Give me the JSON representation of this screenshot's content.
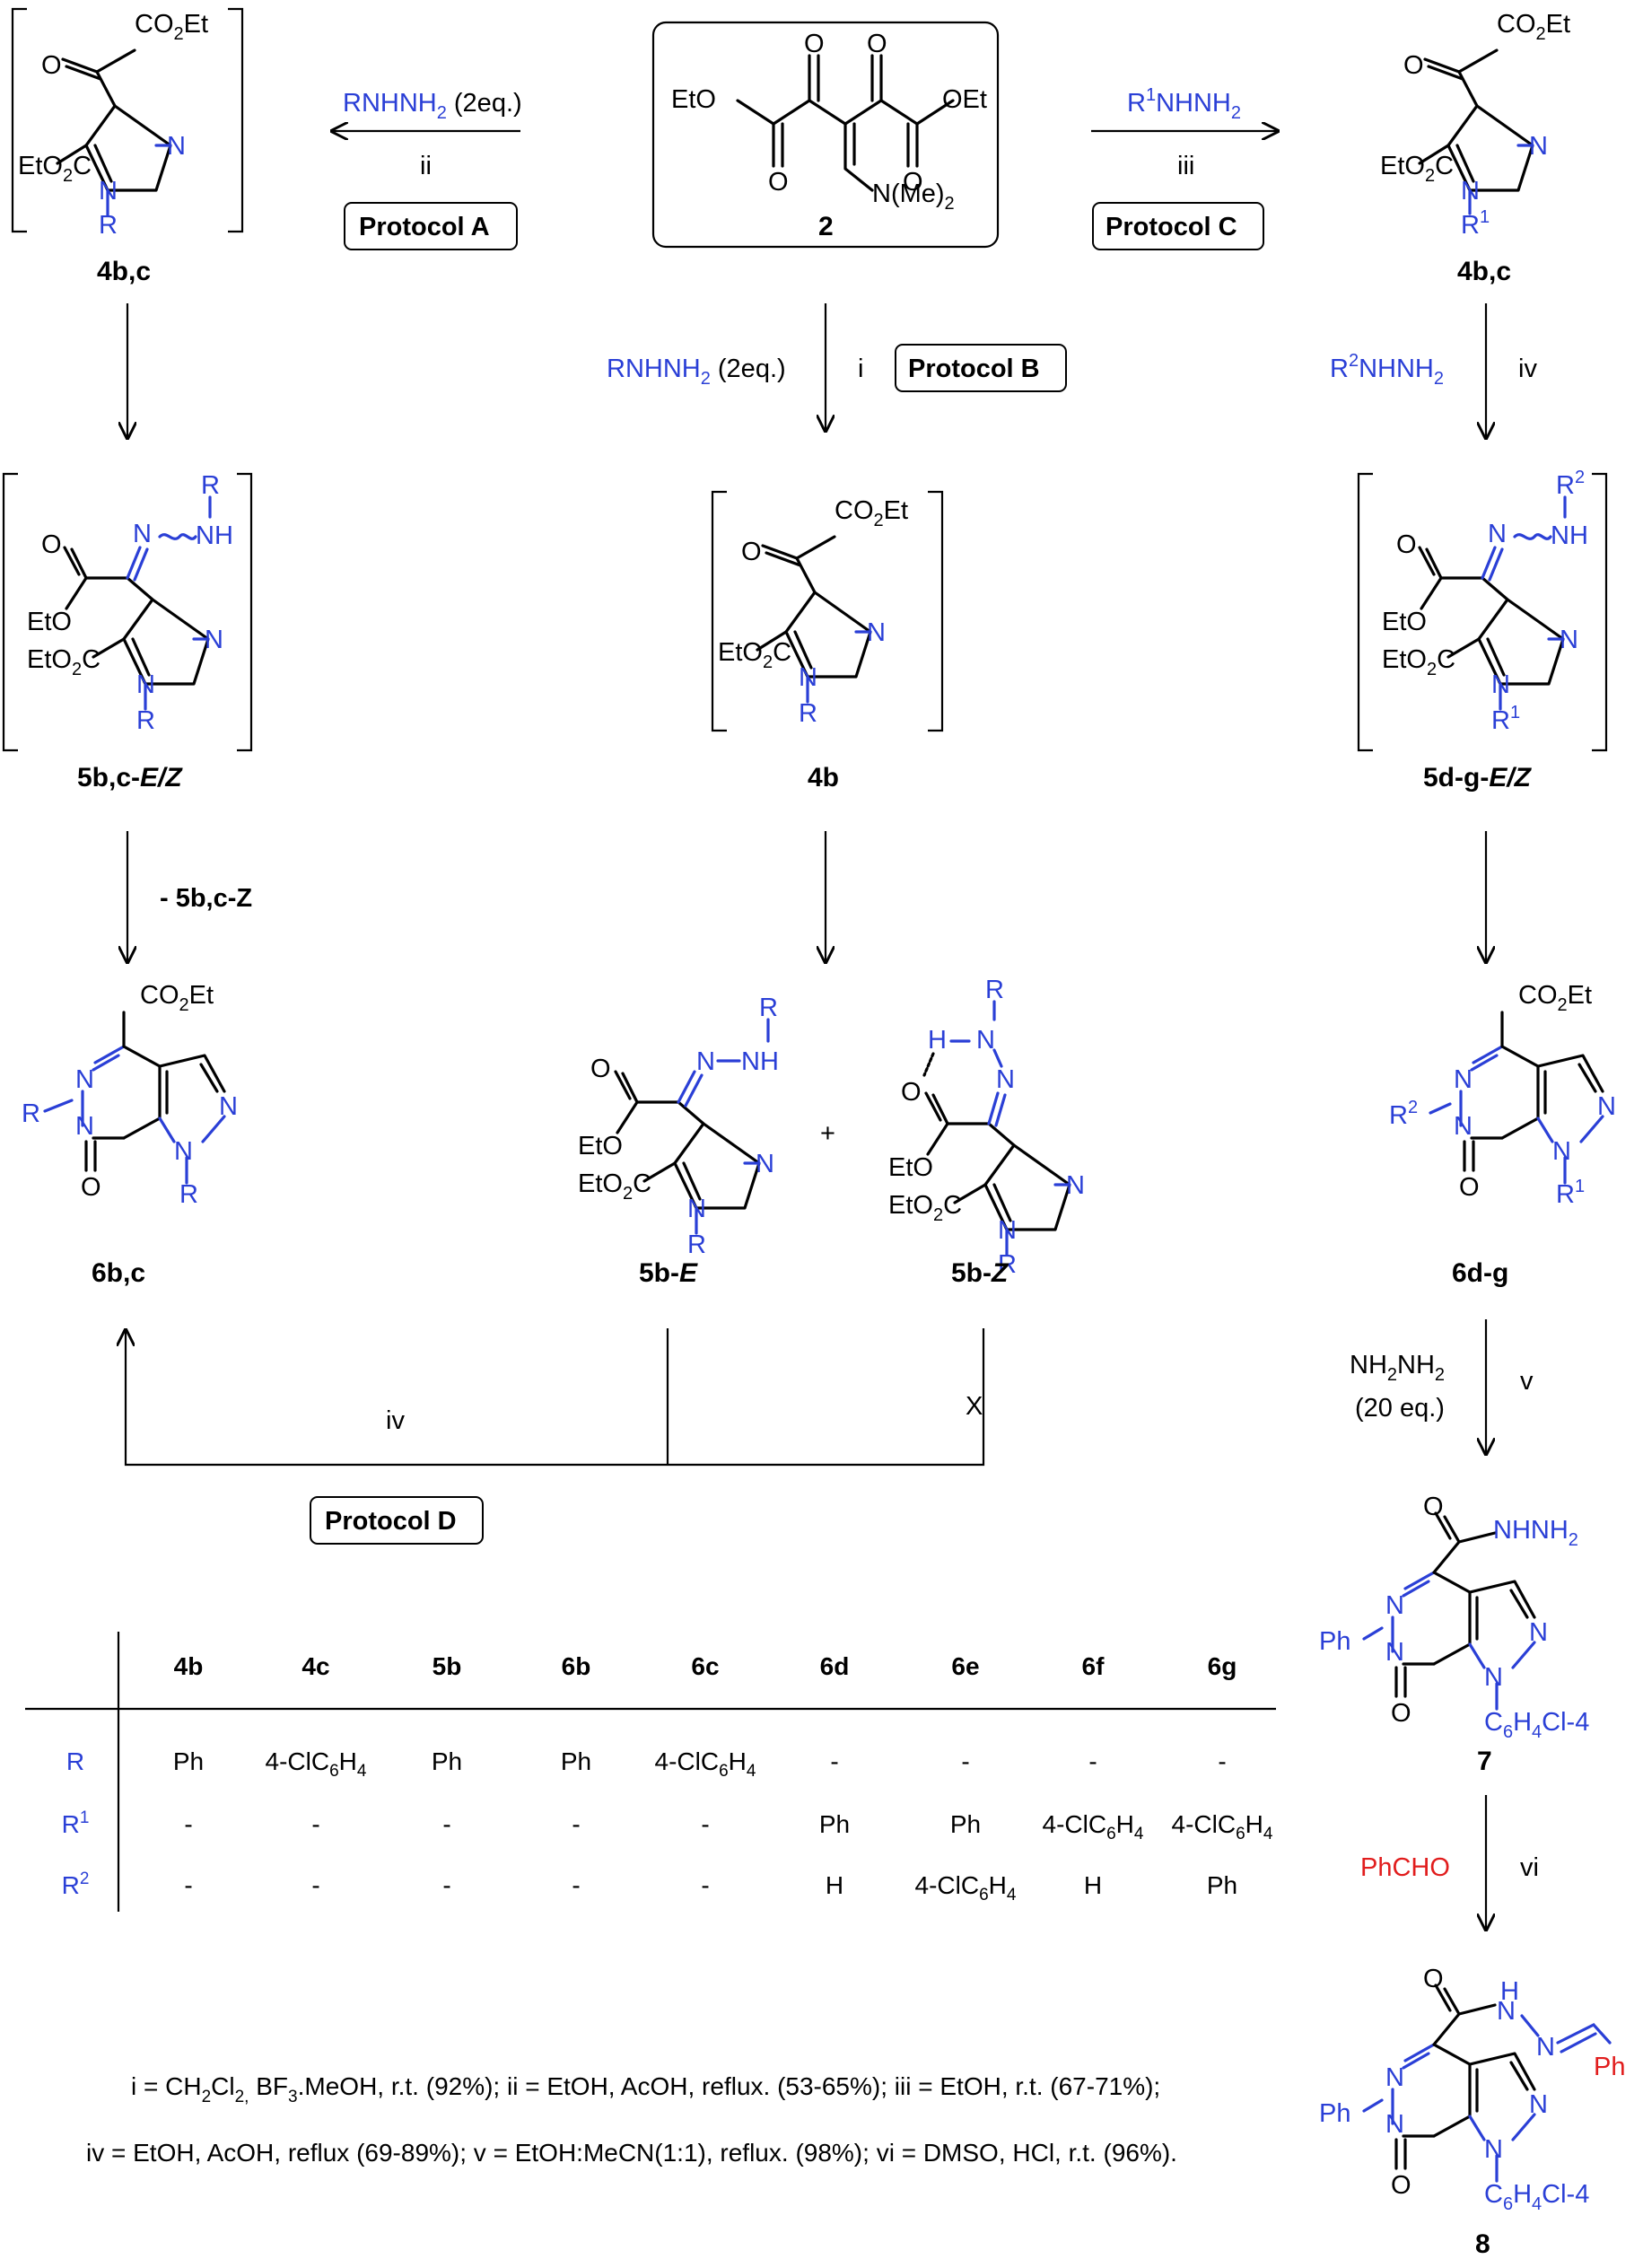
{
  "center": {
    "atoms": [
      "EtO",
      "O",
      "O",
      "O",
      "O",
      "OEt",
      "N(Me)",
      "2"
    ],
    "label": "2"
  },
  "arrows": {
    "A": {
      "reagent": "RNHNH",
      "reagent_sub": "2",
      "reagent_tail": " (2eq.)",
      "step": "ii",
      "protocol": "Protocol A"
    },
    "B": {
      "reagent": "RNHNH",
      "reagent_sub": "2",
      "reagent_tail": " (2eq.)",
      "step": "i",
      "protocol": "Protocol B"
    },
    "C": {
      "reagent": "R",
      "reagent_sup": "1",
      "reagent_tail": "NHNH",
      "reagent_sub": "2",
      "step": "iii",
      "protocol": "Protocol C"
    },
    "left_down": {
      "label": "- 5b,c-Z"
    },
    "right_iv": {
      "reagent": "R",
      "reagent_sup": "2",
      "reagent_tail": "NHNH",
      "reagent_sub": "2",
      "step": "iv"
    },
    "right_v": {
      "reagent1": "NH",
      "reagent_sub": "2",
      "reagent2": "NH",
      "reagent_sub2": "2",
      "amount": "(20 eq.)",
      "step": "v"
    },
    "right_vi": {
      "reagent": "PhCHO",
      "step": "vi"
    },
    "bottom": {
      "step": "iv",
      "protocol": "Protocol D",
      "cross": "X",
      "plus": "+"
    }
  },
  "compounds": {
    "c4bc_left": "4b,c",
    "c4bc_right": "4b,c",
    "c5bc": "5b,c-",
    "c5bc_tail": "E/Z",
    "c4b": "4b",
    "c5dg": "5d-g-",
    "c5dg_tail": "E/Z",
    "c6bc": "6b,c",
    "c5bE": "5b-",
    "c5bE_tail": "E",
    "c5bZ": "5b-",
    "c5bZ_tail": "Z",
    "c6dg": "6d-g",
    "c7": "7",
    "c8": "8"
  },
  "labels": {
    "CO2Et": "CO",
    "EtO2C": "EtO",
    "EtO": "EtO",
    "O": "O",
    "N": "N",
    "R": "R",
    "NH": "NH",
    "H": "H",
    "Ph": "Ph",
    "NHNH2": "NHNH",
    "C6H4Cl": "C",
    "Et": "Et"
  },
  "table": {
    "headers": [
      "4b",
      "4c",
      "5b",
      "6b",
      "6c",
      "6d",
      "6e",
      "6f",
      "6g"
    ],
    "rows": [
      {
        "name": "R",
        "sup": "",
        "cells": [
          "Ph",
          "4-ClC6H4",
          "Ph",
          "Ph",
          "4-ClC6H4",
          "-",
          "-",
          "-",
          "-"
        ]
      },
      {
        "name": "R",
        "sup": "1",
        "cells": [
          "-",
          "-",
          "-",
          "-",
          "-",
          "Ph",
          "Ph",
          "4-ClC6H4",
          "4-ClC6H4"
        ]
      },
      {
        "name": "R",
        "sup": "2",
        "cells": [
          "-",
          "-",
          "-",
          "-",
          "-",
          "H",
          "4-ClC6H4",
          "H",
          "Ph"
        ]
      }
    ]
  },
  "conditions": {
    "line1_a": "i = CH",
    "line1_b": "Cl",
    "line1_c": " BF",
    "line1_d": ".MeOH, r.t. (92%); ii = EtOH, AcOH, reflux. (53-65%); iii = EtOH, r.t. (67-71%);",
    "line2": "iv = EtOH, AcOH, reflux (69-89%); v = EtOH:MeCN(1:1), reflux. (98%); vi = DMSO, HCl, r.t. (96%)."
  }
}
